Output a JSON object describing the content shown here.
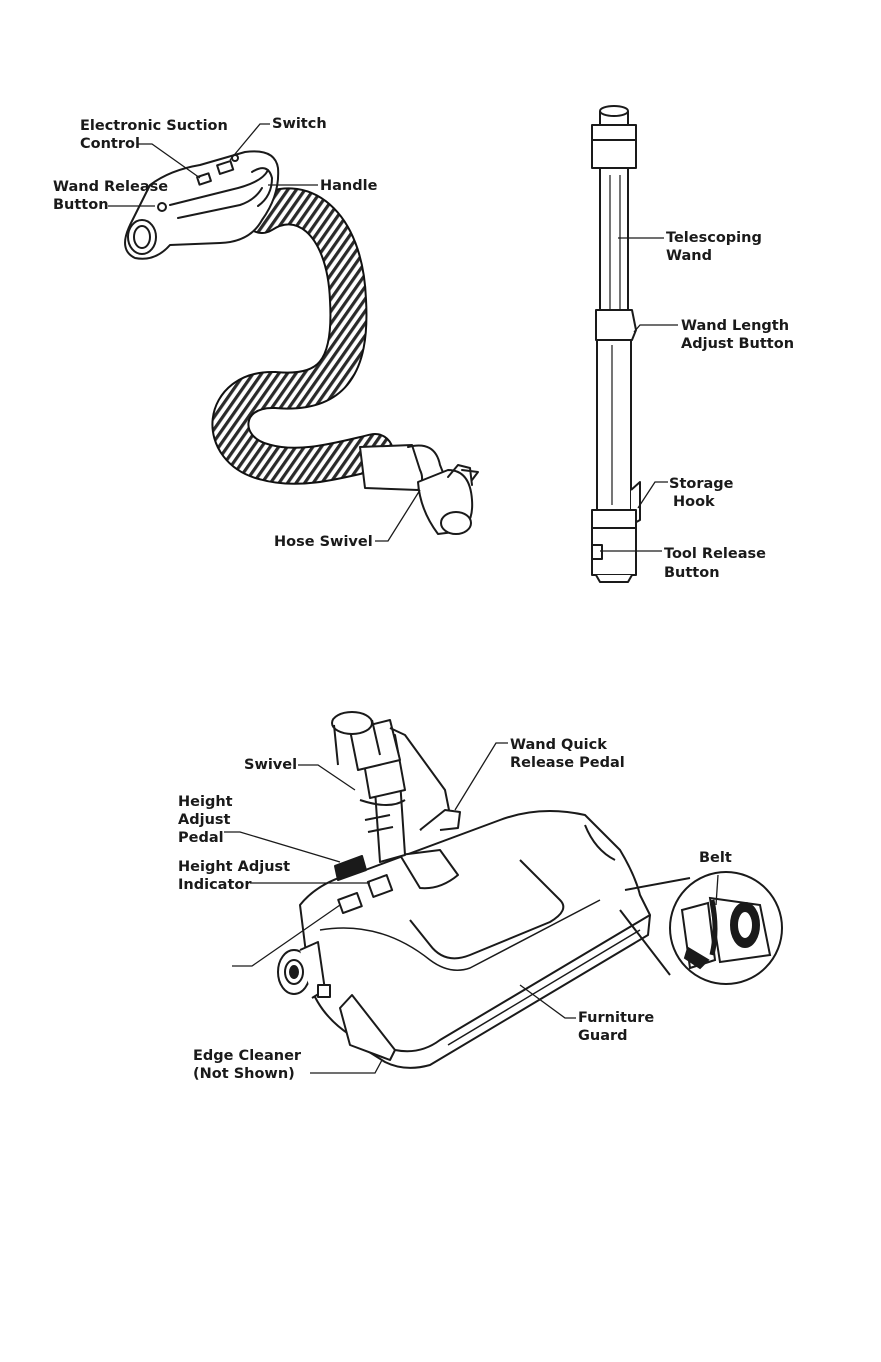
{
  "hose": {
    "labels": {
      "electronic_suction_control_1": "Electronic Suction",
      "electronic_suction_control_2": "Control",
      "switch": "Switch",
      "wand_release_button_1": "Wand Release",
      "wand_release_button_2": "Button",
      "handle": "Handle",
      "hose_swivel": "Hose Swivel"
    }
  },
  "wand": {
    "labels": {
      "telescoping_wand_1": "Telescoping",
      "telescoping_wand_2": "Wand",
      "wand_length_adjust_button_1": "Wand Length",
      "wand_length_adjust_button_2": "Adjust Button",
      "storage_hook_1": "Storage",
      "storage_hook_2": "Hook",
      "tool_release_button_1": "Tool Release",
      "tool_release_button_2": "Button"
    }
  },
  "powerhead": {
    "labels": {
      "swivel": "Swivel",
      "wand_quick_release_pedal_1": "Wand Quick",
      "wand_quick_release_pedal_2": "Release Pedal",
      "height_adjust_pedal_1": "Height",
      "height_adjust_pedal_2": "Adjust",
      "height_adjust_pedal_3": "Pedal",
      "height_adjust_indicator_1": "Height Adjust",
      "height_adjust_indicator_2": "Indicator",
      "belt": "Belt",
      "edge_cleaner_1": "Edge Cleaner",
      "edge_cleaner_2": "(Not Shown)",
      "furniture_guard_1": "Furniture",
      "furniture_guard_2": "Guard"
    }
  }
}
